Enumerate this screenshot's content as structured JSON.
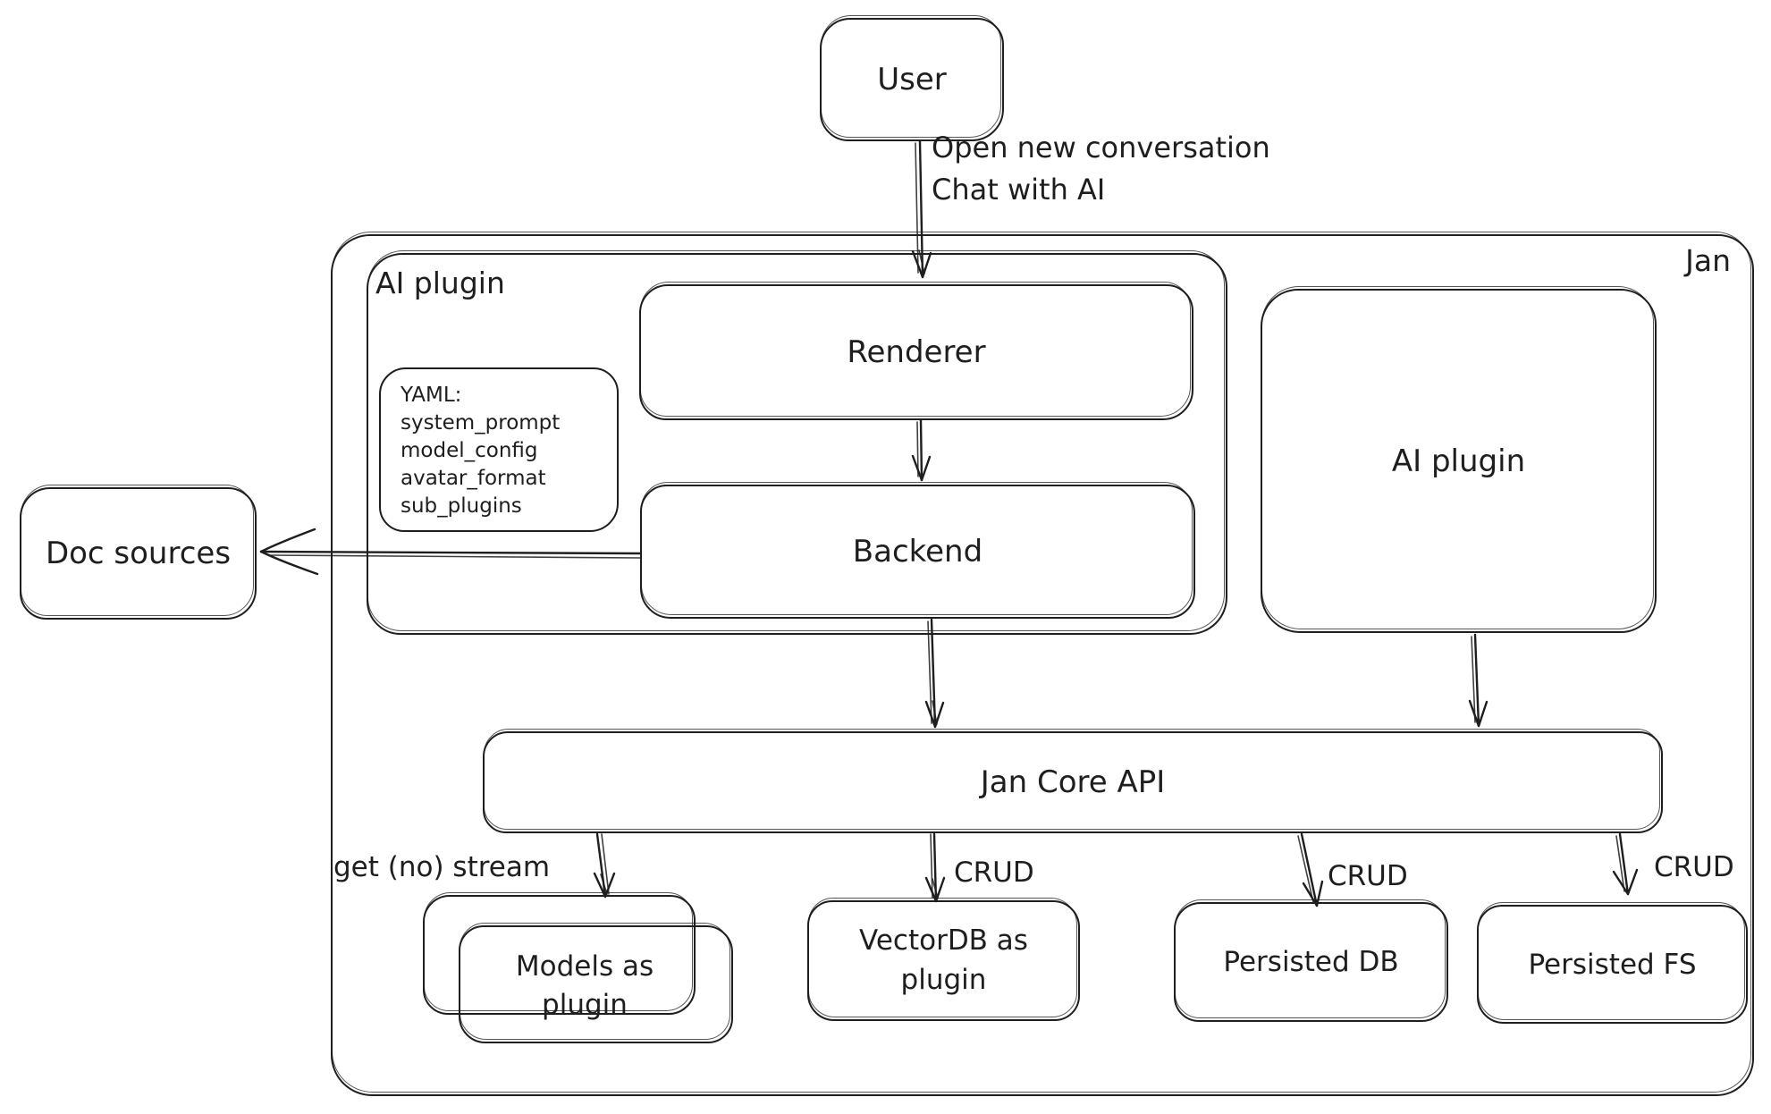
{
  "nodes": {
    "user": "User",
    "jan_container": "Jan",
    "ai_plugin_container": "AI plugin",
    "renderer": "Renderer",
    "backend": "Backend",
    "yaml_note": {
      "lines": [
        "YAML:",
        "system_prompt",
        "model_config",
        "avatar_format",
        "sub_plugins"
      ]
    },
    "doc_sources": "Doc sources",
    "ai_plugin_right": "AI plugin",
    "jan_core_api": "Jan Core API",
    "models_as_plugin": "Models as plugin",
    "vectordb_as_plugin": "VectorDB as plugin",
    "persisted_db": "Persisted DB",
    "persisted_fs": "Persisted FS"
  },
  "edge_labels": {
    "user_flow_line1": "Open new conversation",
    "user_flow_line2": "Chat with AI",
    "get_no_stream": "get (no) stream",
    "crud_vectordb": "CRUD",
    "crud_persisted_db": "CRUD",
    "crud_persisted_fs": "CRUD"
  },
  "colors": {
    "stroke": "#1e1e1e",
    "background": "#ffffff"
  }
}
